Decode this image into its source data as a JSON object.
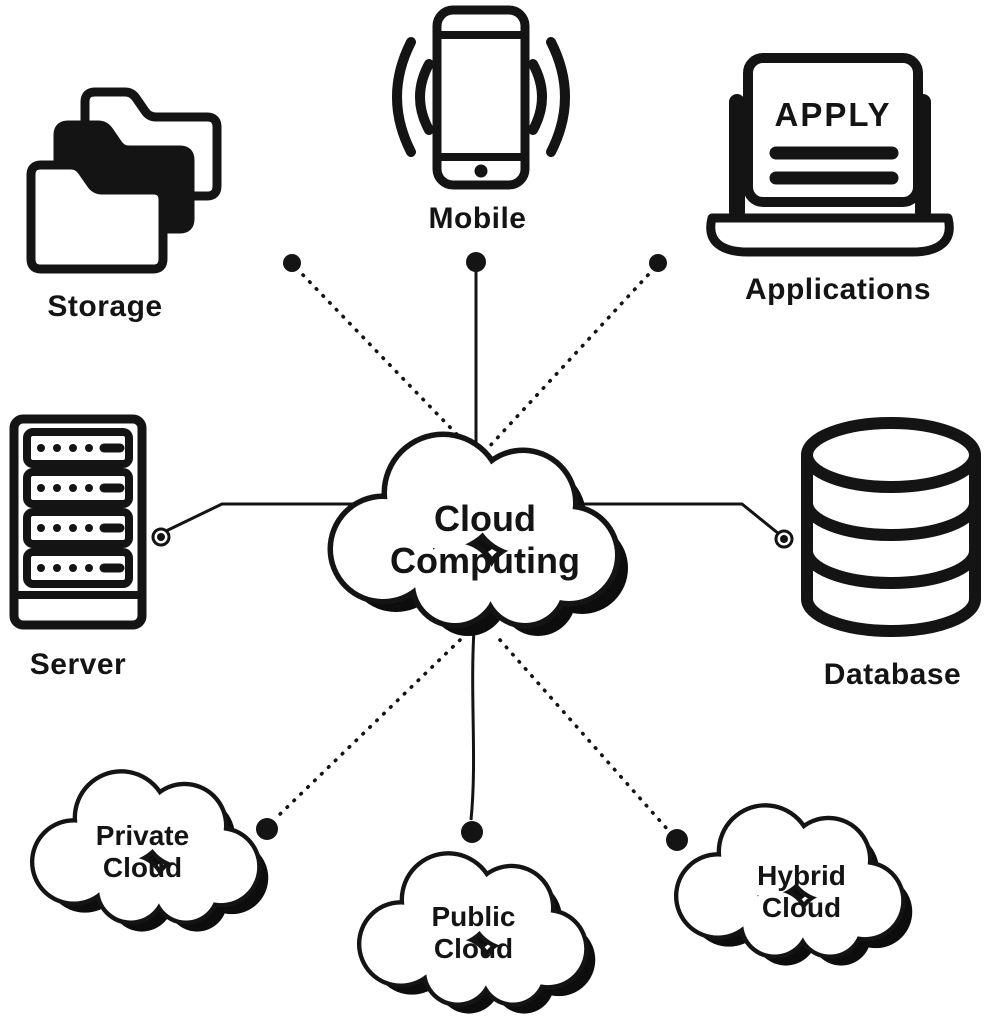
{
  "diagram_title": "Cloud Computing",
  "colors": {
    "ink": "#141414",
    "background": "#ffffff",
    "shadow": "#0d0d0d"
  },
  "center": {
    "label": "Cloud Computing"
  },
  "nodes": {
    "storage": {
      "label": "Storage"
    },
    "mobile": {
      "label": "Mobile"
    },
    "applications": {
      "label": "Applications",
      "screen_text": "APPLY"
    },
    "server": {
      "label": "Server"
    },
    "database": {
      "label": "Database"
    },
    "private_cloud": {
      "label": "Private Cloud"
    },
    "public_cloud": {
      "label": "Public Cloud"
    },
    "hybrid_cloud": {
      "label": "Hybrid Cloud"
    }
  },
  "connections": [
    {
      "from": "cloud-computing",
      "to": "storage",
      "style": "dotted"
    },
    {
      "from": "cloud-computing",
      "to": "mobile",
      "style": "solid"
    },
    {
      "from": "cloud-computing",
      "to": "applications",
      "style": "dotted"
    },
    {
      "from": "cloud-computing",
      "to": "server",
      "style": "solid"
    },
    {
      "from": "cloud-computing",
      "to": "database",
      "style": "solid"
    },
    {
      "from": "cloud-computing",
      "to": "private_cloud",
      "style": "dotted"
    },
    {
      "from": "cloud-computing",
      "to": "public_cloud",
      "style": "solid"
    },
    {
      "from": "cloud-computing",
      "to": "hybrid_cloud",
      "style": "dotted"
    }
  ]
}
